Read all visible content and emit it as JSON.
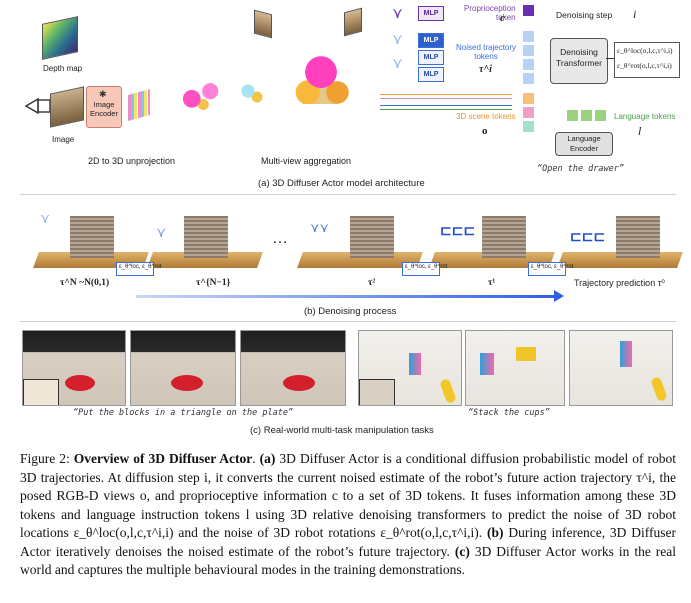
{
  "panel_a": {
    "depth_map": "Depth map",
    "image": "Image",
    "image_encoder": "Image\nEncoder",
    "unproj": "2D to 3D unprojection",
    "aggregation": "Multi-view aggregation",
    "mlp": "MLP",
    "proprio_token": "Proprioception\ntoken",
    "proprio_sym": "c",
    "noised_tokens": "Noised trajectory\ntokens",
    "noised_sym": "τ^i",
    "scene_tokens": "3D scene tokens",
    "scene_sym": "o",
    "denoising_step": "Denoising step",
    "step_sym": "i",
    "transformer": "Denoising\nTransformer",
    "out_loc": "ε_θ^loc(o,l,c,τ^i,i)",
    "out_rot": "ε_θ^rot(o,l,c,τ^i,i)",
    "lang_tokens": "Language tokens",
    "lang_sym": "l",
    "lang_encoder": "Language\nEncoder",
    "instruction": "“Open the drawer”",
    "caption": "(a) 3D Diffuser Actor model architecture"
  },
  "panel_b": {
    "t_n": "τ^N ~N(0,1)",
    "t_n1": "τ^{N−1}",
    "dots": "…",
    "t_2": "τ²",
    "t_1": "τ¹",
    "t_0": "Trajectory prediction  τ⁰",
    "eps": "ε_θ^loc, ε_θ^rot",
    "caption": "(b) Denoising process"
  },
  "panel_c": {
    "instr1": "“Put the blocks in a triangle on the plate”",
    "instr2": "“Stack the cups”",
    "caption": "(c) Real-world multi-task manipulation tasks"
  },
  "figure_caption": {
    "label": "Figure 2:",
    "title": "Overview of 3D Diffuser Actor",
    "line1a": ". ",
    "part_a": "(a)",
    "body": " 3D Diffuser Actor is a conditional diffusion probabilistic model of robot 3D trajectories. At diffusion step i, it converts the current noised estimate of the robot’s future action trajectory τ^i, the posed RGB-D views o, and proprioceptive information c to a set of 3D tokens. It fuses information among these 3D tokens and language instruction tokens l using 3D relative denoising transformers to predict the noise of 3D robot locations ε_θ^loc(o,l,c,τ^i,i) and the noise of 3D robot rotations ε_θ^rot(o,l,c,τ^i,i).",
    "part_b": "(b)",
    "body_b": " During inference, 3D Diffuser Actor iteratively denoises the noised estimate of the robot’s future trajectory.",
    "part_c": "(c)",
    "body_c": " 3D Diffuser Actor works in the real world and captures the multiple behavioural modes in the training demonstrations."
  }
}
